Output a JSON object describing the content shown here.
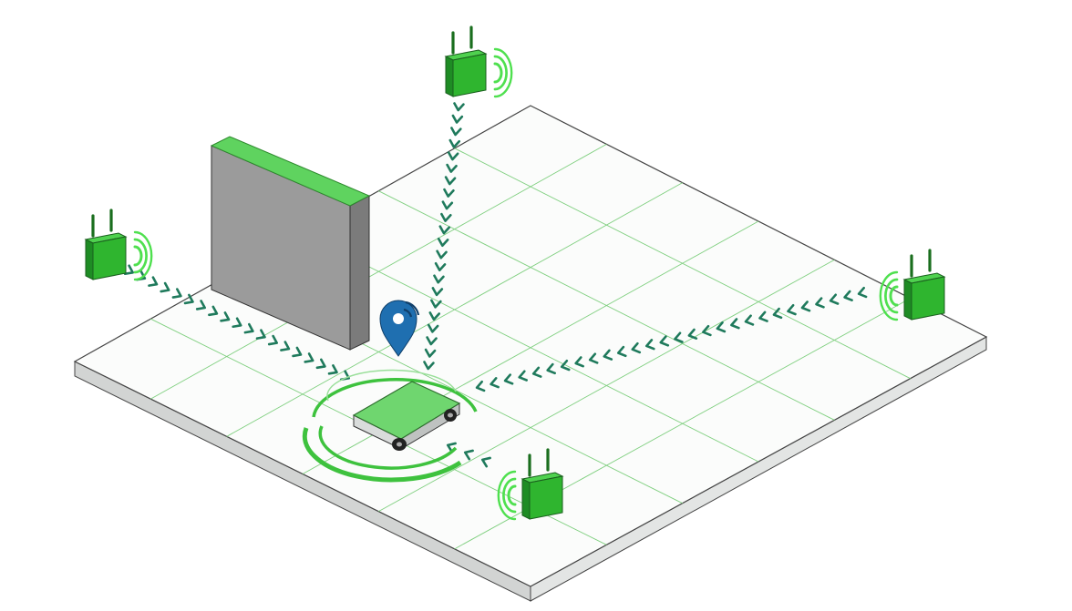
{
  "diagram": {
    "kind": "indoor-positioning-illustration",
    "colors": {
      "background": "#ffffff",
      "floor_top": "#fbfcfb",
      "floor_side": "#e3e5e4",
      "floor_front": "#d2d4d3",
      "grid": "#7fcf7f",
      "anchor_front": "#2fb52f",
      "anchor_side": "#1e8c24",
      "anchor_top": "#4fd14f",
      "signal_arc": "#4fe04f",
      "signal_arrow": "#1f7a5c",
      "wall_front": "#9b9b9b",
      "wall_side": "#7b7b7b",
      "wall_top": "#5fd35f",
      "robot_top": "#6fd66f",
      "robot_body": "#cfd2d1",
      "ring": "#3ec23e",
      "location_pin": "#1f6fb0"
    },
    "anchors": [
      {
        "name": "anchor-top",
        "facing": "right"
      },
      {
        "name": "anchor-left",
        "facing": "right"
      },
      {
        "name": "anchor-right",
        "facing": "left"
      },
      {
        "name": "anchor-bottom",
        "facing": "left"
      }
    ],
    "icons": [
      "wifi-anchor-icon",
      "location-pin-icon",
      "robot-vehicle-icon",
      "wall-obstacle-icon",
      "signal-arrow-icon"
    ]
  }
}
